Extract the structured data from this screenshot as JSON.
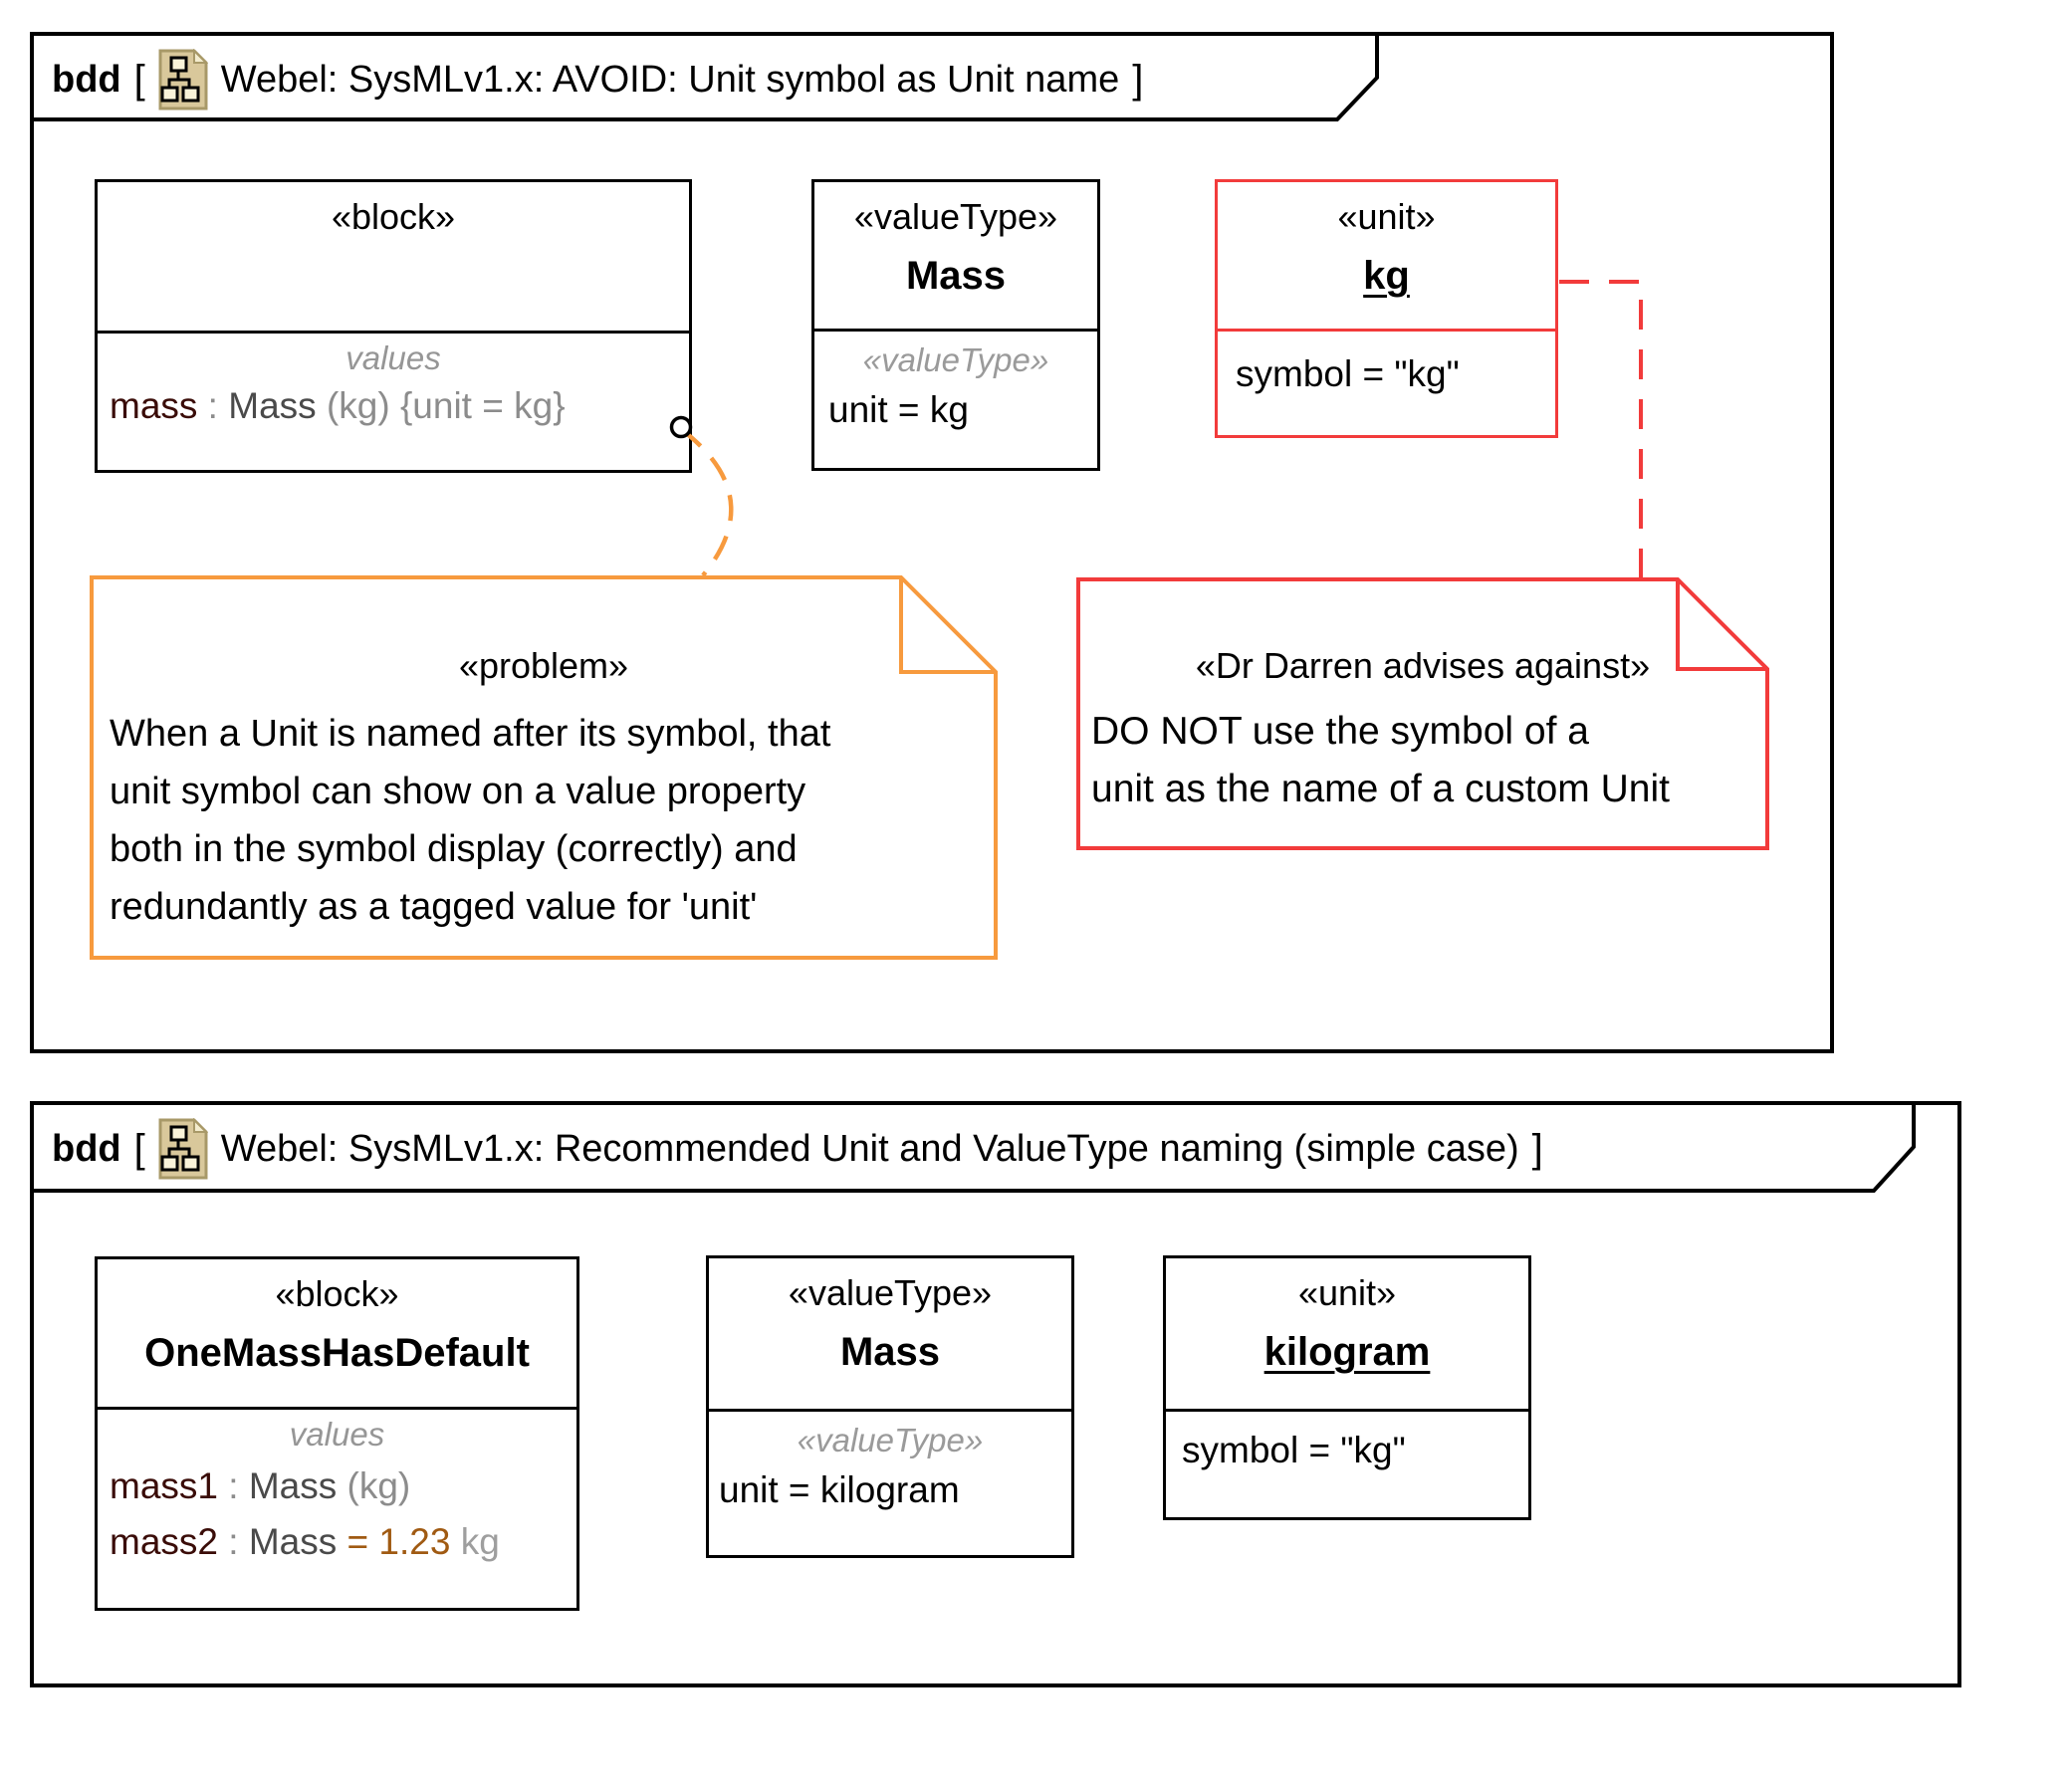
{
  "colors": {
    "frame_black": "#000000",
    "note_orange": "#F79A3E",
    "note_red": "#F23B3B",
    "property_name_maroon": "#3A0C08",
    "muted_gray": "#8C8C8C",
    "type_gray": "#4A4A4A",
    "default_value_brown": "#A05A12",
    "unit_text_gray": "#9E9E9E"
  },
  "frame_top": {
    "kind": "bdd",
    "open": "[",
    "close": "]",
    "title": "Webel: SysMLv1.x: AVOID: Unit symbol as Unit name",
    "icon": "bdd-diagram-icon",
    "block": {
      "stereotype": "«block»",
      "name": "",
      "compartment_label": "values",
      "value_line": {
        "name": "mass",
        "colon": " : ",
        "type": "Mass ",
        "unit": "(kg) ",
        "tag": "{unit = kg}"
      }
    },
    "value_type": {
      "stereotype": "«valueType»",
      "name": "Mass",
      "compartment_stereotype": "«valueType»",
      "line": "unit = kg"
    },
    "unit": {
      "stereotype": "«unit»",
      "name": "kg",
      "line": "symbol = \"kg\""
    },
    "problem_note": {
      "stereotype": "«problem»",
      "lines": [
        "When a Unit is named after its symbol, that",
        "unit symbol can show on a value property",
        "both in the symbol display (correctly) and",
        "redundantly as a tagged value for 'unit'"
      ]
    },
    "advice_note": {
      "stereotype": "«Dr Darren advises against»",
      "lines": [
        "DO NOT use the symbol of a",
        "unit as the name of a custom Unit"
      ]
    }
  },
  "frame_bottom": {
    "kind": "bdd",
    "open": "[",
    "close": "]",
    "title": "Webel: SysMLv1.x: Recommended Unit and ValueType naming (simple case)",
    "icon": "bdd-diagram-icon",
    "block": {
      "stereotype": "«block»",
      "name": "OneMassHasDefault",
      "compartment_label": "values",
      "line1": {
        "name": "mass1",
        "colon": " : ",
        "type": "Mass ",
        "unit": "(kg)"
      },
      "line2": {
        "name": "mass2",
        "colon": " : ",
        "type": "Mass ",
        "value": "= 1.23",
        "unit": " kg"
      }
    },
    "value_type": {
      "stereotype": "«valueType»",
      "name": "Mass",
      "compartment_stereotype": "«valueType»",
      "line": "unit = kilogram"
    },
    "unit": {
      "stereotype": "«unit»",
      "name": "kilogram",
      "line": "symbol = \"kg\""
    }
  }
}
